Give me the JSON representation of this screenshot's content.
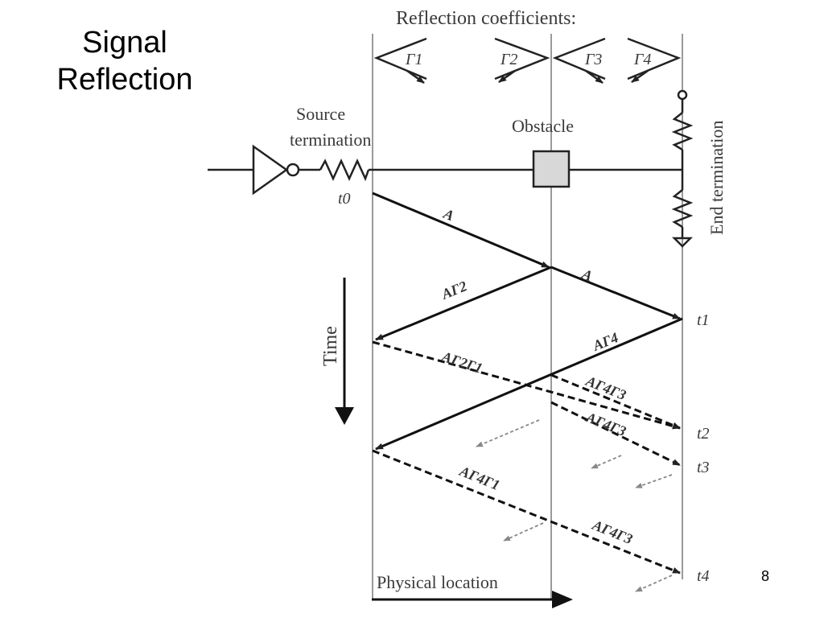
{
  "title": {
    "line1": "Signal",
    "line2": "Reflection"
  },
  "page_number": "8",
  "diagram": {
    "reflection_header": "Reflection coefficients:",
    "coefficients": [
      "Γ1",
      "Γ2",
      "Γ3",
      "Γ4"
    ],
    "source_label_1": "Source",
    "source_label_2": "termination",
    "obstacle_label": "Obstacle",
    "end_label": "End termination",
    "time_label": "Time",
    "physical_label": "Physical location",
    "times": [
      "t0",
      "t1",
      "t2",
      "t3",
      "t4"
    ],
    "wave_labels": [
      "A",
      "A",
      "AΓ2",
      "AΓ4",
      "AΓ2Γ1",
      "AΓ4Γ3",
      "AΓ4Γ3",
      "AΓ4Γ1",
      "AΓ4Γ3"
    ]
  }
}
